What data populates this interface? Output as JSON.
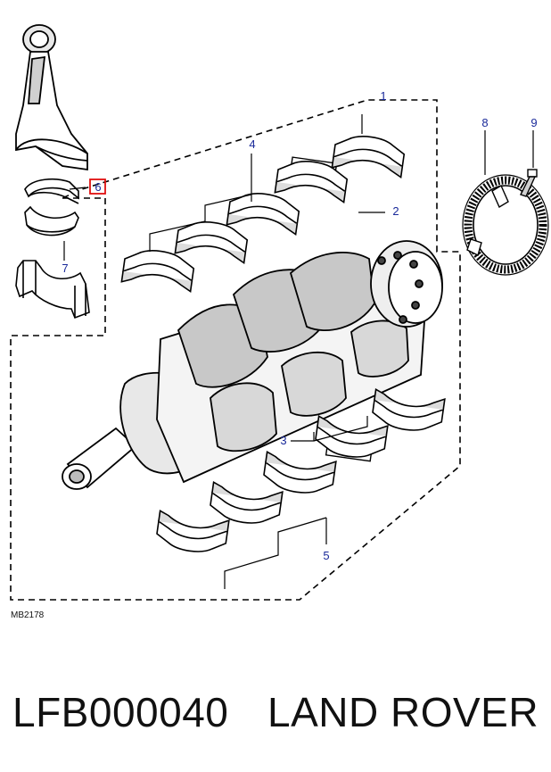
{
  "diagram": {
    "callouts": {
      "c1": "1",
      "c2": "2",
      "c3": "3",
      "c4": "4",
      "c5": "5",
      "c6": "6",
      "c7": "7",
      "c8": "8",
      "c9": "9"
    },
    "figure_code": "MB2178",
    "highlight_color": "#e01010",
    "callout_color": "#1a2a9a"
  },
  "caption": {
    "part_number": "LFB000040",
    "brand": "LAND ROVER"
  }
}
